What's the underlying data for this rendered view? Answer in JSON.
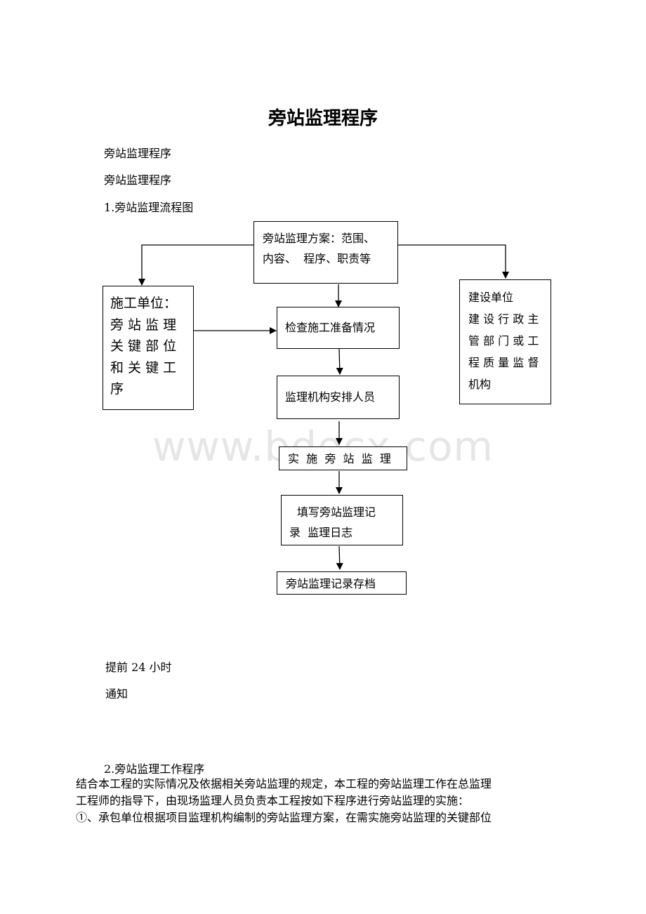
{
  "doc": {
    "title": "旁站监理程序",
    "subtitle1": "旁站监理程序",
    "subtitle2": "旁站监理程序",
    "section1": "1.旁站监理流程图",
    "note1": "提前 24 小时",
    "note2": "通知",
    "section2": "2.旁站监理工作程序",
    "body_line1": "结合本工程的实际情况及依据相关旁站监理的规定，本工程的旁站监理工作在总监理",
    "body_line2": "工程师的指导下，由现场监理人员负责本工程按如下程序进行旁站监理的实施：",
    "body_line3": "①、承包单位根据项目监理机构编制的旁站监理方案，在需实施旁站监理的关键部位"
  },
  "flow": {
    "plan_line1": "旁站监理方案：范围、",
    "plan_line2": "内容、  程序、职责等",
    "contractor_line1": "施工单位：",
    "contractor_line2": "旁 站 监 理",
    "contractor_line3": "关 键 部 位",
    "contractor_line4": "和 关 键 工",
    "contractor_line5": "序",
    "owner_line1": "建设单位",
    "owner_line2": "建 设 行 政 主",
    "owner_line3": "管 部 门 或 工",
    "owner_line4": "程 质 量 监 督",
    "owner_line5": "机构",
    "step1": "检查施工准备情况",
    "step2": "监理机构安排人员",
    "step3": "实  施  旁  站  监  理",
    "step4_line1": "填写旁站监理记",
    "step4_line2": "录  监理日志",
    "step5": "旁站监理记录存档"
  },
  "watermark": "www.bdocx.com"
}
